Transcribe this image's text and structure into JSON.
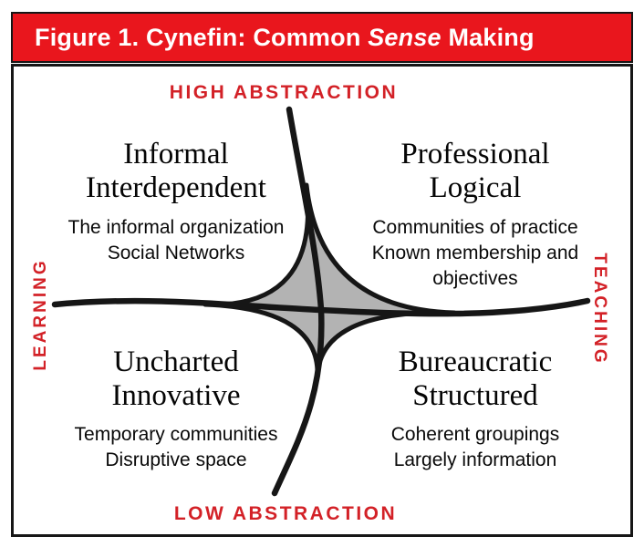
{
  "colors": {
    "header_red": "#e9161d",
    "label_red": "#d32127",
    "star_gray": "#b3b3b3",
    "ink": "#161616"
  },
  "header": {
    "title_prefix": "Figure 1. Cynefin: Common ",
    "title_italic": "Sense",
    "title_suffix": " Making"
  },
  "axis_labels": {
    "top": "HIGH ABSTRACTION",
    "bottom": "LOW ABSTRACTION",
    "left": "LEARNING",
    "right": "TEACHING"
  },
  "quadrants": {
    "top_left": {
      "heading_line1": "Informal",
      "heading_line2": "Interdependent",
      "sub_line1": "The informal organization",
      "sub_line2": "Social Networks"
    },
    "top_right": {
      "heading_line1": "Professional",
      "heading_line2": "Logical",
      "sub_line1": "Communities of practice",
      "sub_line2": "Known membership and",
      "sub_line3": "objectives"
    },
    "bottom_left": {
      "heading_line1": "Uncharted",
      "heading_line2": "Innovative",
      "sub_line1": "Temporary communities",
      "sub_line2": "Disruptive space"
    },
    "bottom_right": {
      "heading_line1": "Bureaucratic",
      "heading_line2": "Structured",
      "sub_line1": "Coherent groupings",
      "sub_line2": "Largely information"
    }
  }
}
